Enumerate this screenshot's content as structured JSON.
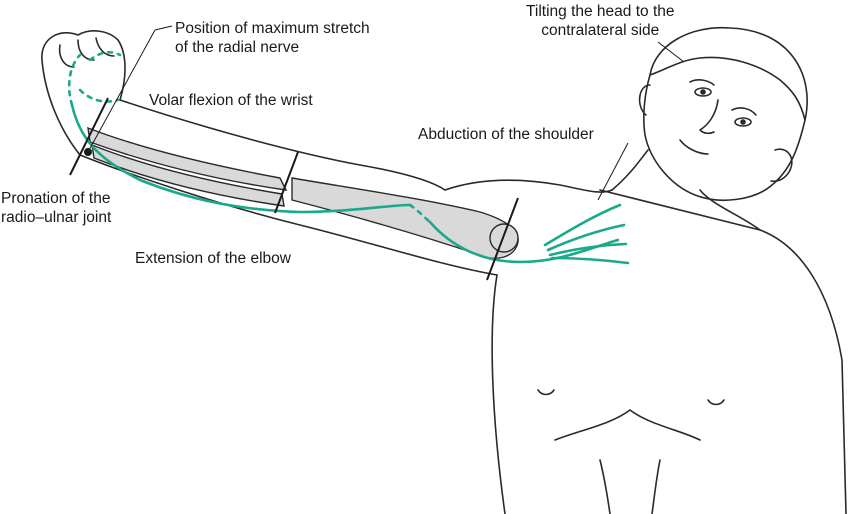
{
  "labels": {
    "stretch": [
      "Position of maximum stretch",
      "of the radial nerve"
    ],
    "tilt": [
      "Tilting the head to the",
      "contralateral side"
    ],
    "volar": "Volar flexion of the wrist",
    "abduction": "Abduction of the shoulder",
    "pronation": [
      "Pronation of the",
      "radio–ulnar joint"
    ],
    "elbow": "Extension of the elbow"
  },
  "colors": {
    "nerve": "#1aa98a",
    "bone_fill": "#d9d9d9",
    "outline": "#2a2a2a"
  }
}
